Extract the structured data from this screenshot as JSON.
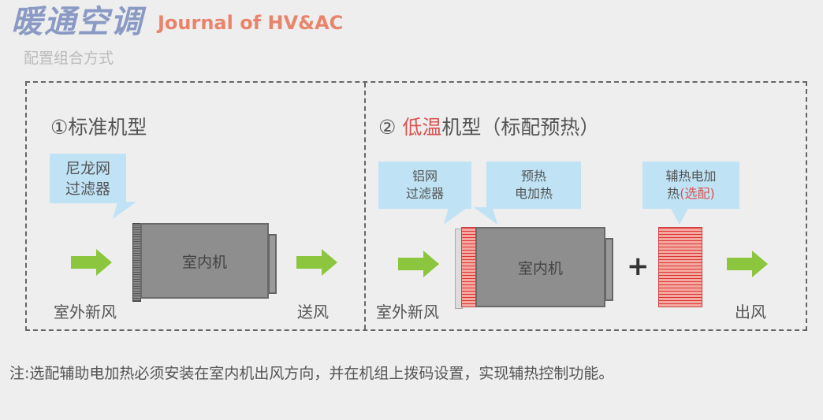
{
  "logo": {
    "cn": "暖通空调",
    "en": "Journal of HV&AC"
  },
  "subtitle": "配置组合方式",
  "standard": {
    "title": "①标准机型",
    "callout_line1": "尼龙网",
    "callout_line2": "过滤器",
    "unit": "室内机",
    "inlet": "室外新风",
    "outlet": "送风"
  },
  "lowtemp": {
    "title_prefix": "② ",
    "title_red": "低温",
    "title_suffix": "机型（标配预热）",
    "callout1_line1": "铝网",
    "callout1_line2": "过滤器",
    "callout2_line1": "预热",
    "callout2_line2": "电加热",
    "callout3_line1": "辅热电加",
    "callout3_line2a": "热",
    "callout3_line2b": "(选配)",
    "unit": "室内机",
    "plus": "+",
    "inlet": "室外新风",
    "outlet": "出风"
  },
  "note": "注:选配辅助电加热必须安装在室内机出风方向，并在机组上拨码设置，实现辅热控制功能。",
  "colors": {
    "arrow": "#8cc63f",
    "callout": "#bfe3f5",
    "accent_red": "#d9534f"
  }
}
